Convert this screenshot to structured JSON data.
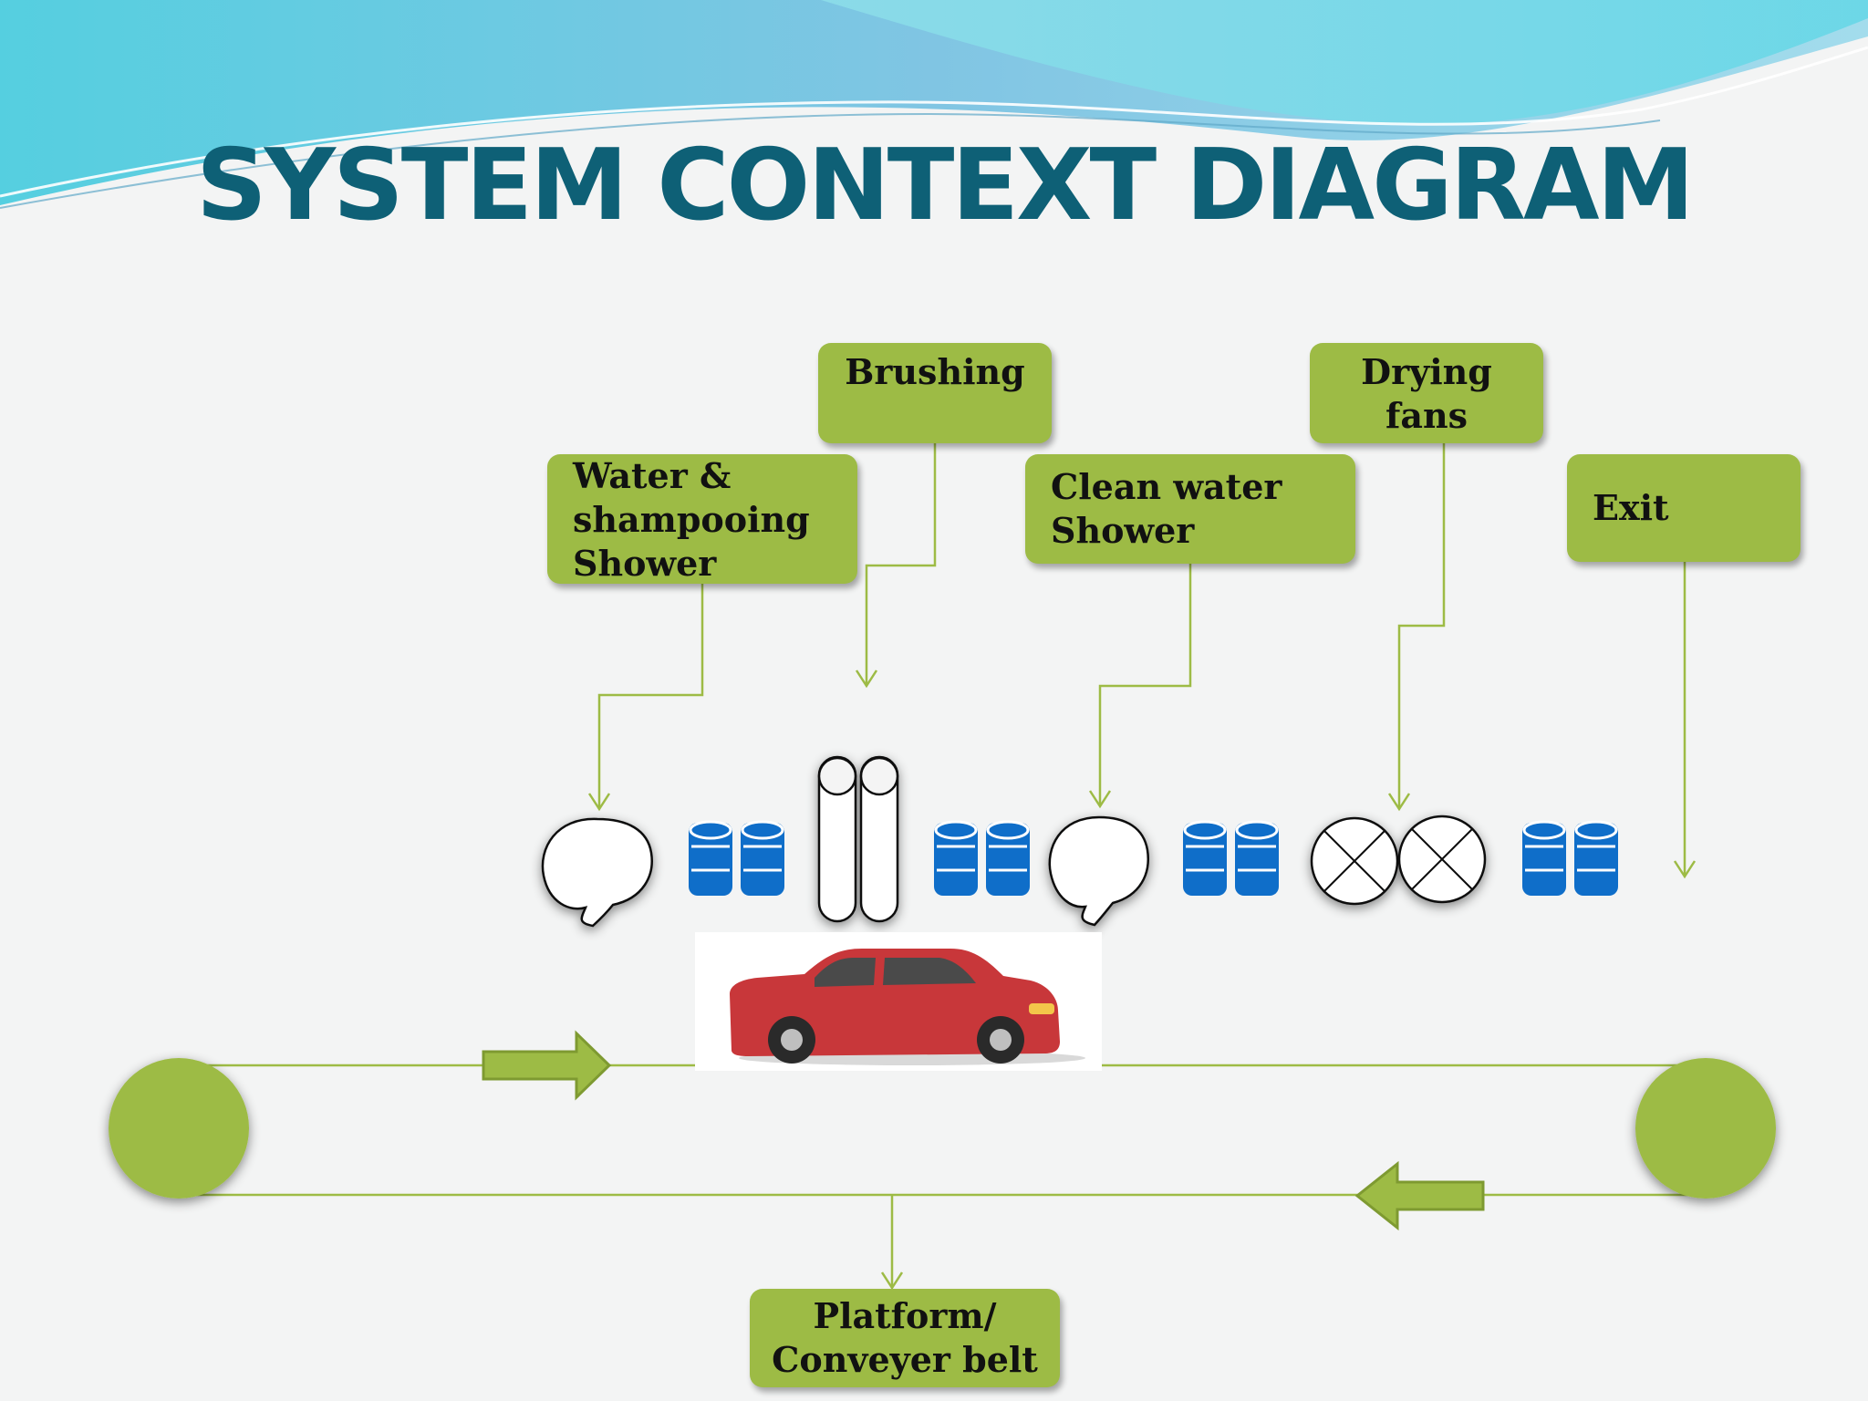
{
  "title": "SYSTEM CONTEXT DIAGRAM",
  "boxes": {
    "brushing": "Brushing",
    "drying_fans": "Drying\nfans",
    "water_shampooing_shower": "Water &\nshampooing\nShower",
    "clean_water_shower": "Clean water\nShower",
    "exit": "Exit",
    "platform_conveyer_belt": "Platform/\nConveyer belt"
  },
  "colors": {
    "title": "#0e6076",
    "box_fill": "#9dbb45",
    "connector": "#9dbb45",
    "roller": "#0f6ec9",
    "car": "#c8373a",
    "background": "#f3f4f4"
  },
  "icons": [
    "shower-head-icon",
    "roller-pair-icon",
    "brush-pair-icon",
    "fan-icon",
    "car-icon",
    "pulley-icon",
    "direction-arrow-icon"
  ]
}
